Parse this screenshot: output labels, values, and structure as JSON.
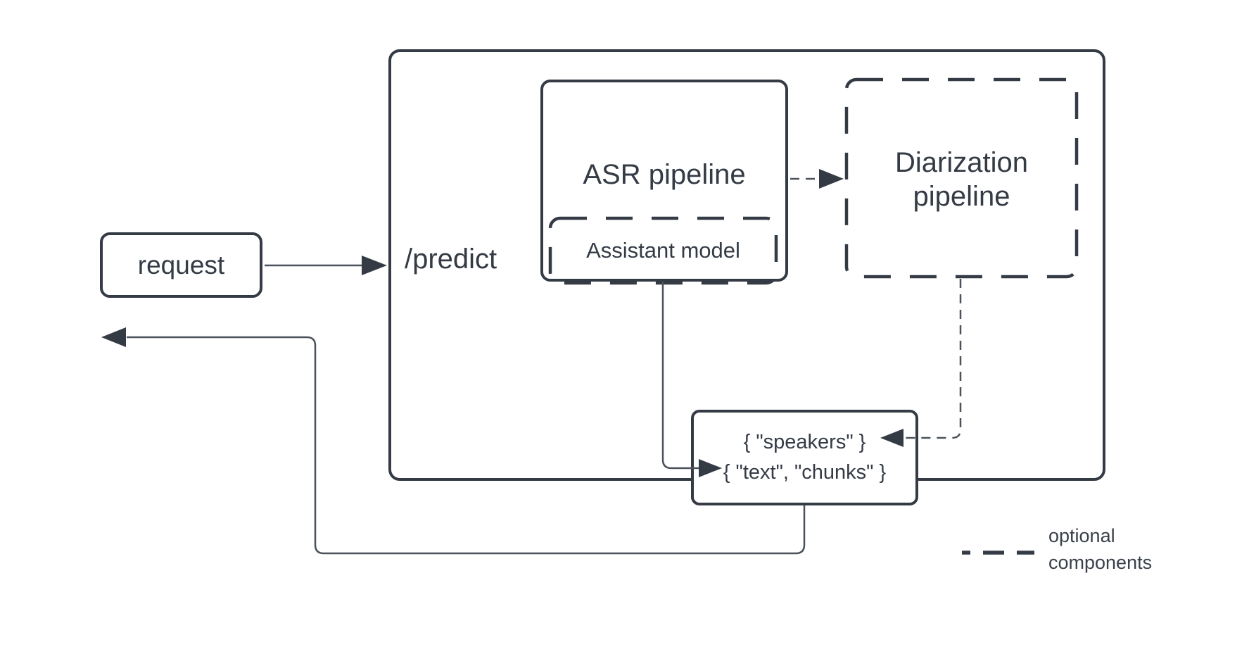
{
  "diagram": {
    "nodes": {
      "request": {
        "label": "request"
      },
      "predict": {
        "label": "/predict"
      },
      "asr": {
        "label": "ASR pipeline"
      },
      "assistant": {
        "label": "Assistant model"
      },
      "diarization": {
        "label": "Diarization pipeline"
      },
      "output": {
        "line1": "{ \"speakers\" }",
        "line2": "{ \"text\", \"chunks\" }"
      }
    },
    "legend": {
      "label": "optional components"
    },
    "edges": [
      {
        "from": "request",
        "to": "predict-service",
        "style": "solid"
      },
      {
        "from": "asr-pipeline",
        "to": "diarization-pipeline",
        "style": "dashed"
      },
      {
        "from": "assistant-model",
        "to": "output",
        "style": "solid"
      },
      {
        "from": "diarization-pipeline",
        "to": "output",
        "style": "dashed"
      },
      {
        "from": "output",
        "to": "request",
        "style": "solid"
      }
    ],
    "colors": {
      "stroke": "#343b45",
      "connector": "#4b525b",
      "background": "#ffffff"
    }
  }
}
